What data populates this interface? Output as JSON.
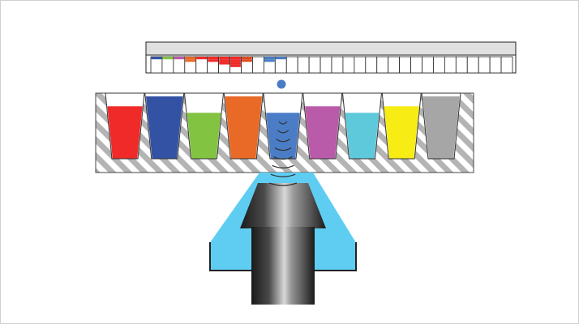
{
  "colors": {
    "frame_border": "#cfcfcf",
    "plate_top": "#e0e0e0",
    "plate_line": "#222222",
    "hatch_line": "#b4b4b4",
    "hatch_bg": "#ffffff",
    "coupling_fluid": "#5fcdf2",
    "dispensed_droplet": "#4a7dc6",
    "wave": "#333333"
  },
  "source_wells": [
    {
      "name": "red",
      "color": "#ef2a28",
      "fill_level": 0.8
    },
    {
      "name": "blue",
      "color": "#3352a3",
      "fill_level": 0.95
    },
    {
      "name": "green",
      "color": "#82c341",
      "fill_level": 0.7
    },
    {
      "name": "orange",
      "color": "#e86a26",
      "fill_level": 0.95
    },
    {
      "name": "active",
      "color": "#4a7dc6",
      "fill_level": 0.7,
      "transducer_target": true
    },
    {
      "name": "magenta",
      "color": "#b95ba8",
      "fill_level": 0.8
    },
    {
      "name": "cyan",
      "color": "#5fc9dc",
      "fill_level": 0.7
    },
    {
      "name": "yellow",
      "color": "#f7ec13",
      "fill_level": 0.8
    },
    {
      "name": "gray",
      "color": "#a6a6a6",
      "fill_level": 0.95
    }
  ],
  "destination_plate": {
    "column_count": 32,
    "filled_columns": [
      {
        "index": 0,
        "stack": [
          "#3352a3"
        ]
      },
      {
        "index": 1,
        "stack": [
          "#82c341"
        ]
      },
      {
        "index": 2,
        "stack": [
          "#b95ba8"
        ]
      },
      {
        "index": 3,
        "stack": [
          "#e86a26",
          "#e86a26"
        ]
      },
      {
        "index": 4,
        "stack": [
          "#ef2a28"
        ]
      },
      {
        "index": 5,
        "stack": [
          "#ef2a28",
          "#ef2a28"
        ]
      },
      {
        "index": 6,
        "stack": [
          "#ef2a28",
          "#ef2a28",
          "#ef2a28"
        ]
      },
      {
        "index": 7,
        "stack": [
          "#ef2a28",
          "#ef2a28",
          "#ef2a28",
          "#ef2a28"
        ]
      },
      {
        "index": 8,
        "stack": [
          "#e86a26",
          "#e86a26"
        ],
        "pattern": "mix"
      },
      {
        "index": 10,
        "stack": [
          "#4a7dc6",
          "#4a7dc6"
        ]
      },
      {
        "index": 11,
        "stack": [
          "#4a7dc6"
        ]
      }
    ]
  },
  "wave_count": 8
}
